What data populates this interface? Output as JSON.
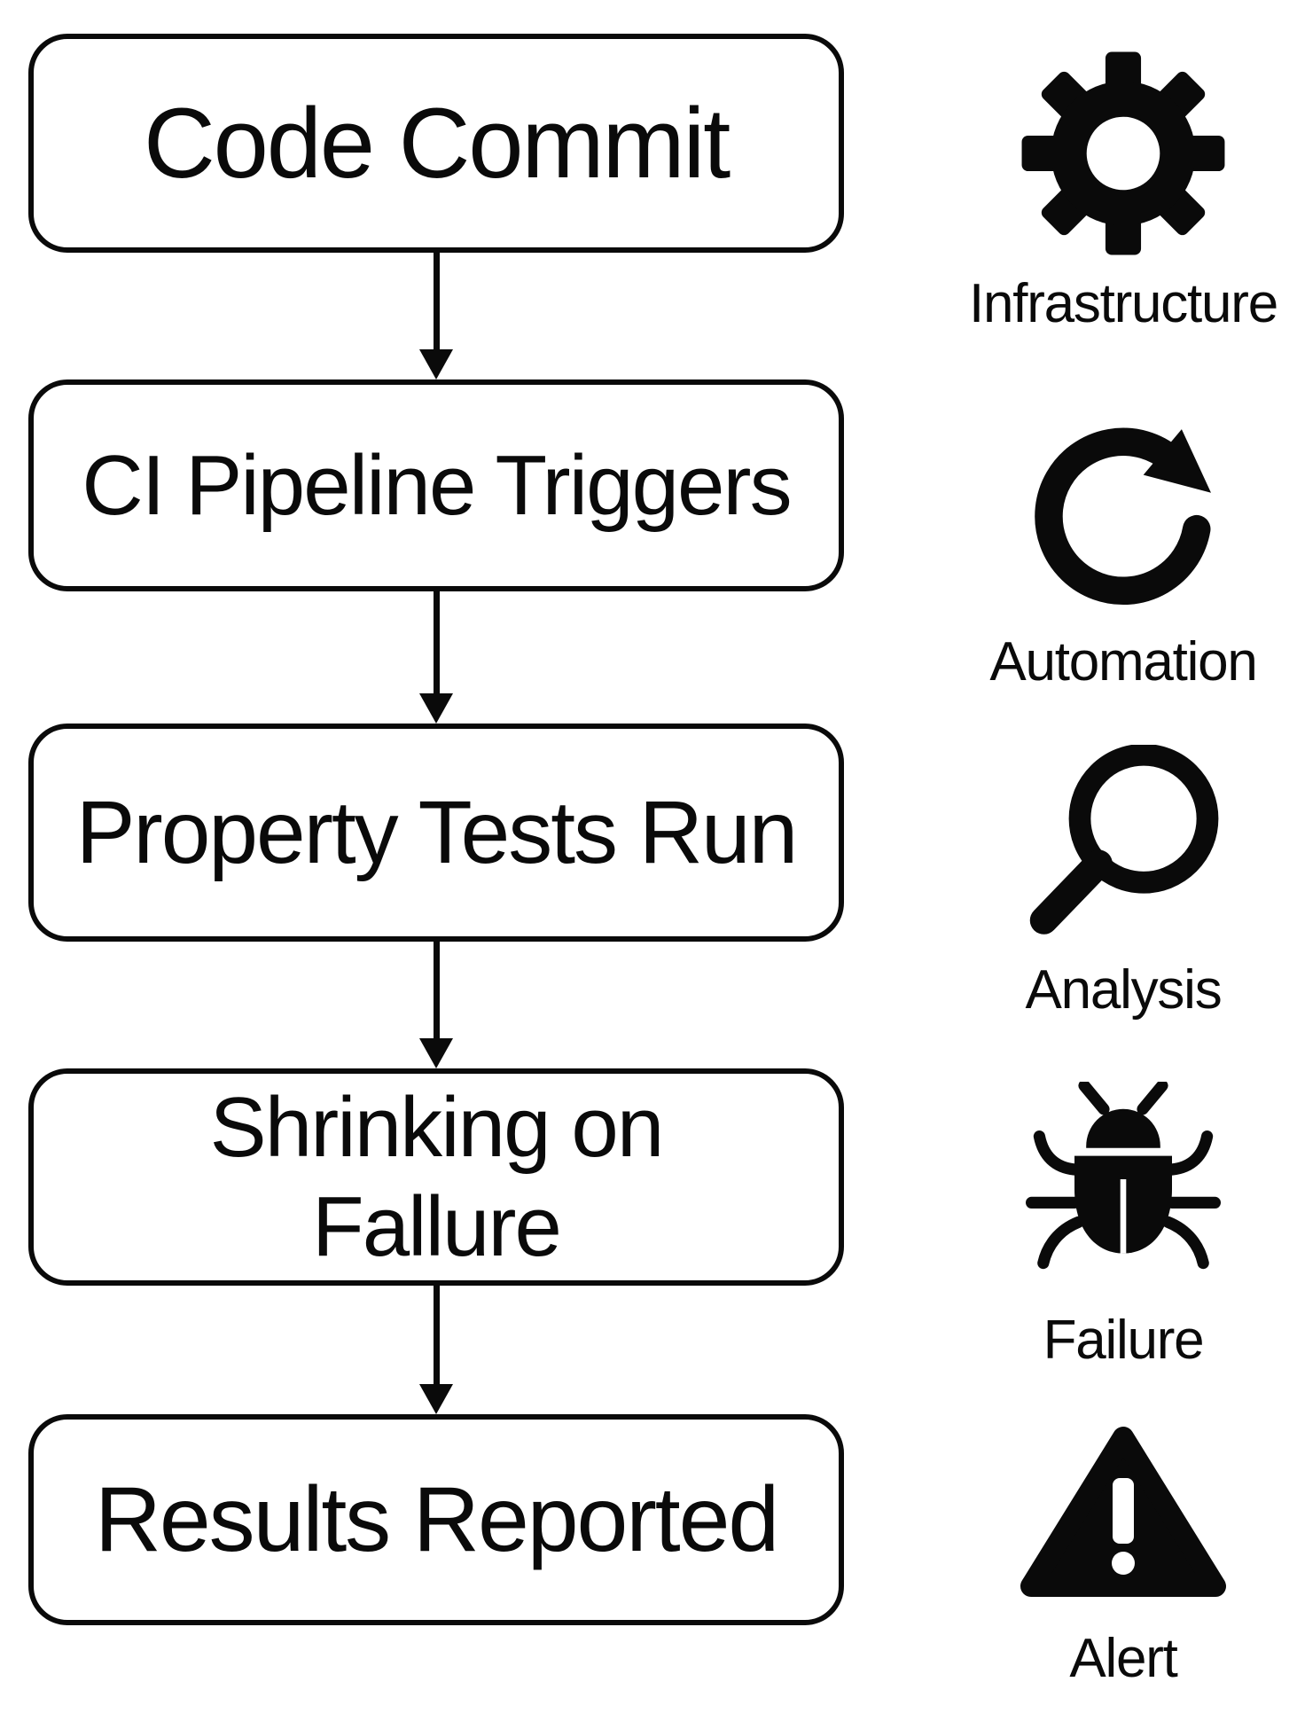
{
  "page": {
    "background_color": "#ffffff",
    "ink_color": "#0a0a0a"
  },
  "flow": {
    "steps": [
      {
        "label": "Code Commit"
      },
      {
        "label": "CI Pipeline Triggers"
      },
      {
        "label": "Property Tests Run"
      },
      {
        "label": "Shrinking on\nFallure"
      },
      {
        "label": "Results Reported"
      }
    ]
  },
  "legend": {
    "items": [
      {
        "icon": "gear-icon",
        "label": "Infrastructure"
      },
      {
        "icon": "refresh-arrow-icon",
        "label": "Automation"
      },
      {
        "icon": "magnifying-glass-icon",
        "label": "Analysis"
      },
      {
        "icon": "bug-icon",
        "label": "Failure"
      },
      {
        "icon": "warning-triangle-icon",
        "label": "Alert"
      }
    ]
  }
}
